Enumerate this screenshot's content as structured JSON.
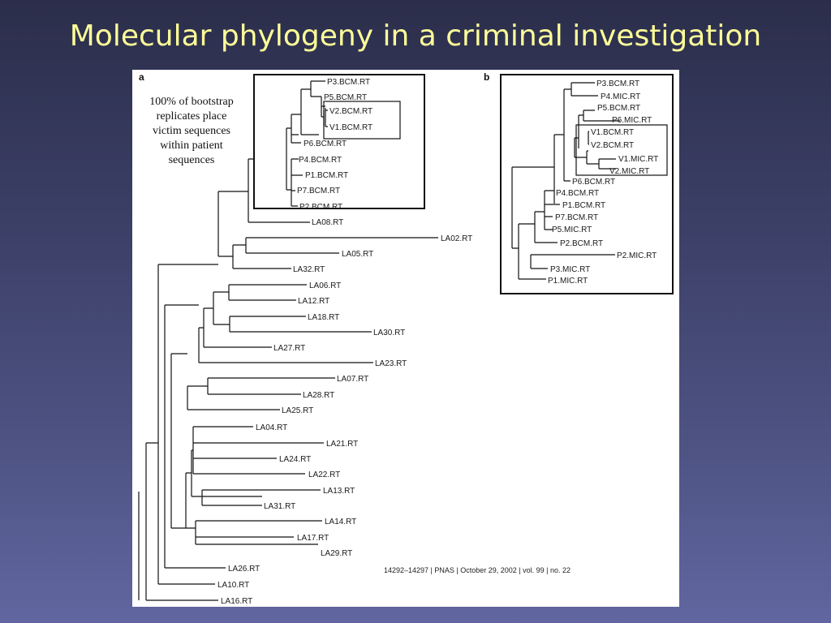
{
  "slide": {
    "title": "Molecular phylogeny in a criminal investigation"
  },
  "figure": {
    "panel_a_label": "a",
    "panel_b_label": "b",
    "annotation_lines": [
      "100% of bootstrap",
      "replicates place",
      "victim sequences",
      "within patient",
      "sequences"
    ],
    "citation": "14292–14297  |  PNAS  |  October 29, 2002  |  vol. 99  |  no. 22",
    "tree_a_leaves": [
      "P3.BCM.RT",
      "P5.BCM.RT",
      "V2.BCM.RT",
      "V1.BCM.RT",
      "P6.BCM.RT",
      "P4.BCM.RT",
      "P1.BCM.RT",
      "P7.BCM.RT",
      "P2.BCM.RT",
      "LA08.RT",
      "LA02.RT",
      "LA05.RT",
      "LA32.RT",
      "LA06.RT",
      "LA12.RT",
      "LA18.RT",
      "LA30.RT",
      "LA27.RT",
      "LA23.RT",
      "LA07.RT",
      "LA28.RT",
      "LA25.RT",
      "LA04.RT",
      "LA21.RT",
      "LA24.RT",
      "LA22.RT",
      "LA13.RT",
      "LA31.RT",
      "LA14.RT",
      "LA17.RT",
      "LA29.RT",
      "LA26.RT",
      "LA10.RT",
      "LA16.RT"
    ],
    "tree_b_leaves": [
      "P3.BCM.RT",
      "P4.MIC.RT",
      "P5.BCM.RT",
      "P6.MIC.RT",
      "V1.BCM.RT",
      "V2.BCM.RT",
      "V1.MIC.RT",
      "V2.MIC.RT",
      "P6.BCM.RT",
      "P4.BCM.RT",
      "P1.BCM.RT",
      "P7.BCM.RT",
      "P5.MIC.RT",
      "P2.BCM.RT",
      "P2.MIC.RT",
      "P3.MIC.RT",
      "P1.MIC.RT"
    ]
  }
}
